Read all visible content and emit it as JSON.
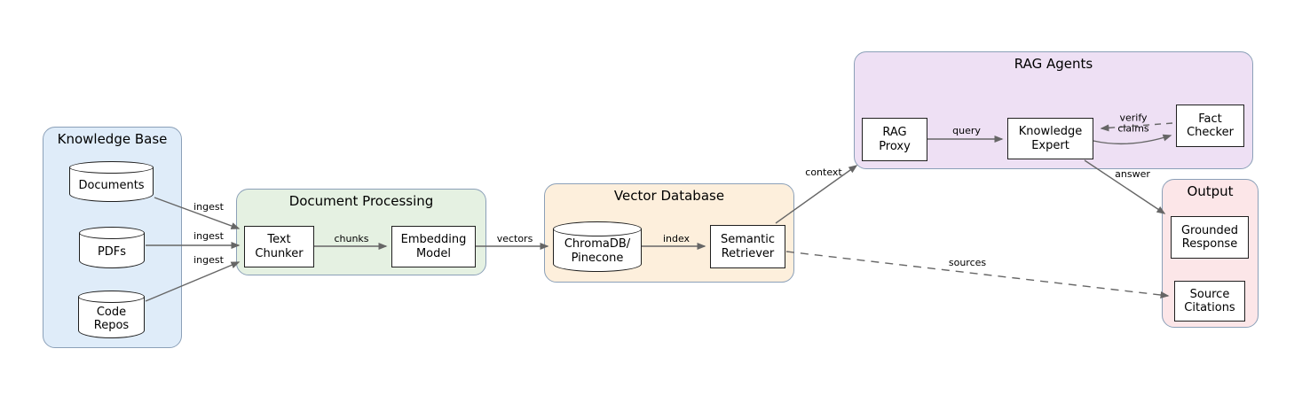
{
  "diagram": {
    "groups": {
      "knowledge_base": {
        "title": "Knowledge Base"
      },
      "document_processing": {
        "title": "Document Processing"
      },
      "vector_database": {
        "title": "Vector Database"
      },
      "rag_agents": {
        "title": "RAG Agents"
      },
      "output": {
        "title": "Output"
      }
    },
    "nodes": {
      "documents": {
        "label": "Documents",
        "shape": "cylinder"
      },
      "pdfs": {
        "label": "PDFs",
        "shape": "cylinder"
      },
      "code_repos": {
        "label": "Code\nRepos",
        "shape": "cylinder"
      },
      "text_chunker": {
        "label": "Text\nChunker",
        "shape": "box"
      },
      "embedding_model": {
        "label": "Embedding\nModel",
        "shape": "box"
      },
      "chromadb_pinecone": {
        "label": "ChromaDB/\nPinecone",
        "shape": "cylinder"
      },
      "semantic_retriever": {
        "label": "Semantic\nRetriever",
        "shape": "box"
      },
      "rag_proxy": {
        "label": "RAG\nProxy",
        "shape": "box"
      },
      "knowledge_expert": {
        "label": "Knowledge\nExpert",
        "shape": "box"
      },
      "fact_checker": {
        "label": "Fact\nChecker",
        "shape": "box"
      },
      "grounded_response": {
        "label": "Grounded\nResponse",
        "shape": "box"
      },
      "source_citations": {
        "label": "Source\nCitations",
        "shape": "box"
      }
    },
    "edges": {
      "ingest_documents": {
        "label": "ingest",
        "from": "documents",
        "to": "text_chunker",
        "style": "solid"
      },
      "ingest_pdfs": {
        "label": "ingest",
        "from": "pdfs",
        "to": "text_chunker",
        "style": "solid"
      },
      "ingest_code_repos": {
        "label": "ingest",
        "from": "code_repos",
        "to": "text_chunker",
        "style": "solid"
      },
      "chunks": {
        "label": "chunks",
        "from": "text_chunker",
        "to": "embedding_model",
        "style": "solid"
      },
      "vectors": {
        "label": "vectors",
        "from": "embedding_model",
        "to": "chromadb_pinecone",
        "style": "solid"
      },
      "index": {
        "label": "index",
        "from": "chromadb_pinecone",
        "to": "semantic_retriever",
        "style": "solid"
      },
      "context": {
        "label": "context",
        "from": "semantic_retriever",
        "to": "rag_proxy",
        "style": "solid"
      },
      "query": {
        "label": "query",
        "from": "rag_proxy",
        "to": "knowledge_expert",
        "style": "solid"
      },
      "verify_claims": {
        "label": "verify\nclaims",
        "from": "fact_checker",
        "to": "knowledge_expert",
        "style": "dashed"
      },
      "expert_to_checker": {
        "label": "",
        "from": "knowledge_expert",
        "to": "fact_checker",
        "style": "solid"
      },
      "answer": {
        "label": "answer",
        "from": "knowledge_expert",
        "to": "grounded_response",
        "style": "solid"
      },
      "sources": {
        "label": "sources",
        "from": "semantic_retriever",
        "to": "source_citations",
        "style": "dashed"
      }
    },
    "colors": {
      "knowledge_base_fill": "#dfecf9",
      "document_processing_fill": "#e5f1e2",
      "vector_database_fill": "#fdefdc",
      "rag_agents_fill": "#eee0f4",
      "output_fill": "#fce6e8",
      "group_border": "#8ba0b8",
      "node_border": "#1f1f1f",
      "edge": "#666666"
    }
  }
}
